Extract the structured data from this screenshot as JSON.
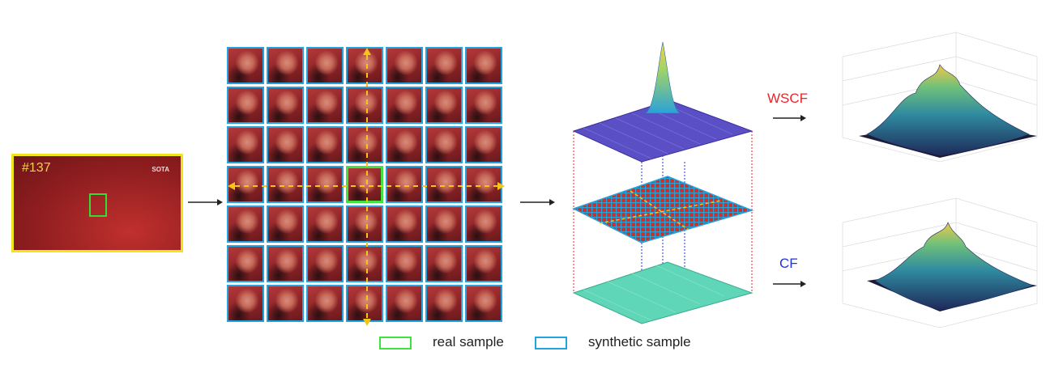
{
  "frame": {
    "label": "#137",
    "logo": "SOTA"
  },
  "grid": {
    "rows": 7,
    "cols": 7,
    "real_row": 3,
    "real_col": 3
  },
  "labels": {
    "wscf": "WSCF",
    "cf": "CF"
  },
  "legend": {
    "real": "real sample",
    "synthetic": "synthetic sample"
  },
  "colors": {
    "real": "#3ee33e",
    "synthetic": "#22a4e0",
    "frame_border": "#f2e51c",
    "wscf": "#e8262c",
    "cf": "#2233dd",
    "dash_arrow": "#f5c518"
  }
}
